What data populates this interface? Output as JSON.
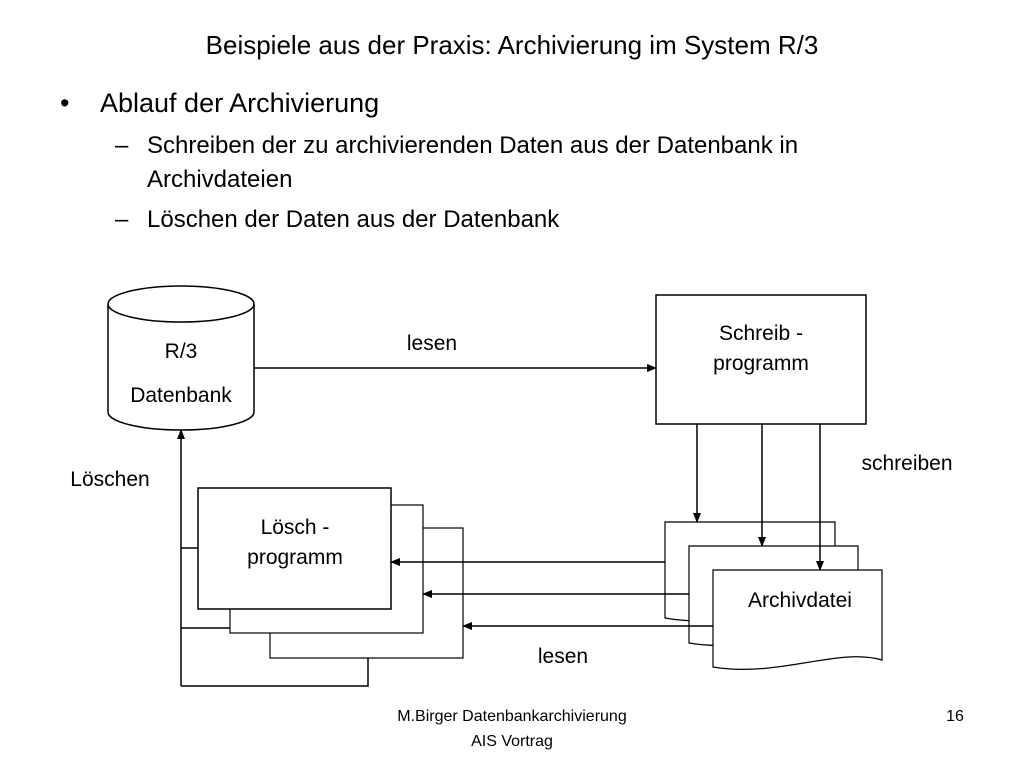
{
  "slide": {
    "title": "Beispiele aus der Praxis: Archivierung im System R/3",
    "bullets": [
      {
        "marker": "•",
        "text": "Ablauf der Archivierung",
        "sub": [
          {
            "marker": "–",
            "lines": [
              "Schreiben der zu archivierenden Daten aus der Datenbank in",
              "Archivdateien"
            ]
          },
          {
            "marker": "–",
            "lines": [
              "Löschen der Daten aus der Datenbank"
            ]
          }
        ]
      }
    ]
  },
  "diagram": {
    "database": {
      "line1": "R/3",
      "line2": "Datenbank"
    },
    "write_program": {
      "line1": "Schreib -",
      "line2": "programm"
    },
    "delete_program": {
      "line1": "Lösch -",
      "line2": "programm"
    },
    "archive_file": {
      "label": "Archivdatei"
    },
    "edge_labels": {
      "read_top": "lesen",
      "write": "schreiben",
      "delete": "Löschen",
      "read_bottom": "lesen"
    }
  },
  "footer": {
    "line1": "M.Birger Datenbankarchivierung",
    "line2": "AIS Vortrag",
    "page_number": "16"
  }
}
